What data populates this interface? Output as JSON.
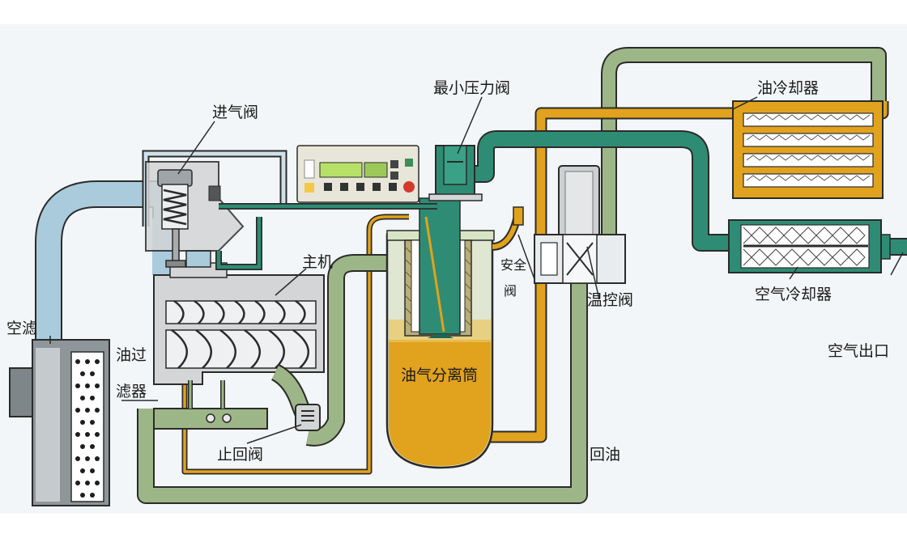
{
  "labels": {
    "intake_valve": "进气阀",
    "min_pressure_valve": "最小压力阀",
    "oil_cooler": "油冷却器",
    "main_unit": "主机",
    "safety_valve_line1": "安全",
    "safety_valve_line2": "阀",
    "thermostatic_valve": "温控阀",
    "air_cooler": "空气冷却器",
    "air_filter": "空滤",
    "oil_filter_line1": "油过",
    "oil_filter_line2": "滤器",
    "separator_tank": "油气分离筒",
    "air_outlet": "空气出口",
    "check_valve": "止回阀",
    "oil_return": "回油"
  },
  "colors": {
    "air_pipe": "#a9cbdc",
    "green_pipe": "#9db687",
    "dark_green": "#2e8c74",
    "oil": "#e1a21d",
    "body_gray": "#d3d5d7",
    "outline": "#2b2b2b"
  }
}
